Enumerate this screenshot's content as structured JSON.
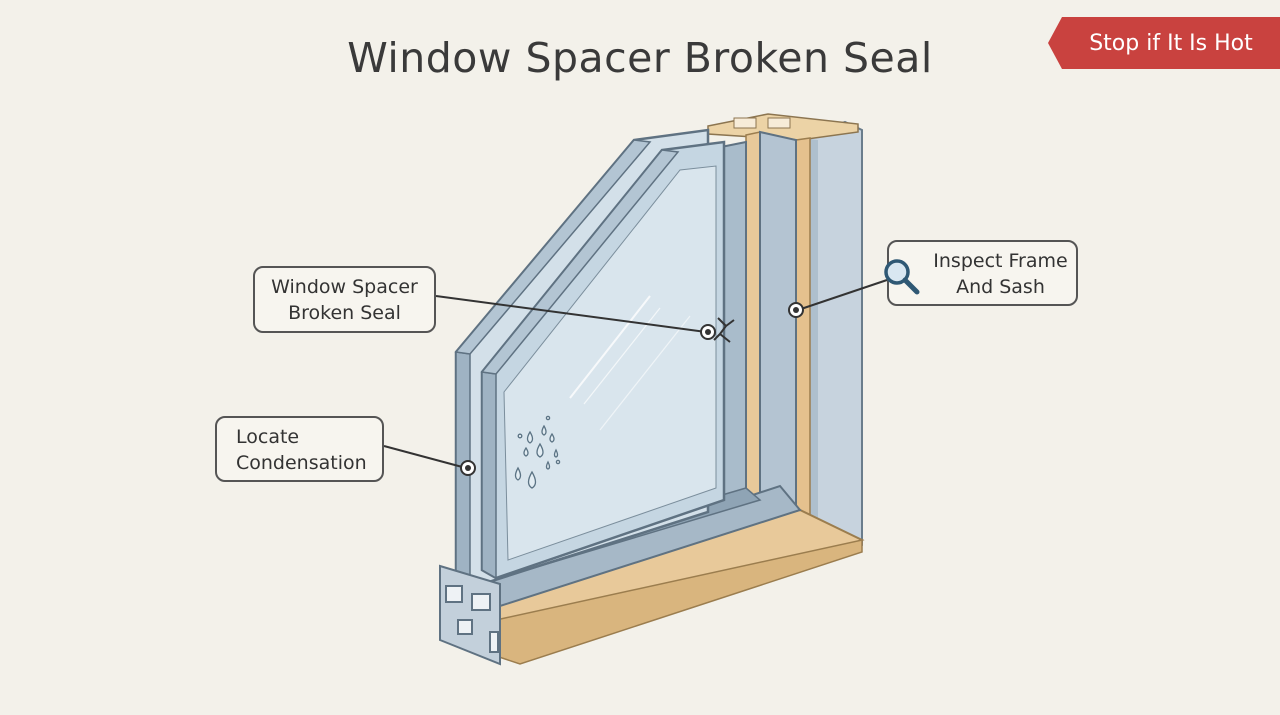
{
  "title": "Window Spacer Broken Seal",
  "badge": {
    "label": "Stop if It Is Hot"
  },
  "callouts": {
    "seal": {
      "line1": "Window Spacer",
      "line2": "Broken Seal"
    },
    "condensation": {
      "line1": "Locate",
      "line2": "Condensation"
    },
    "frame": {
      "line1": "Inspect Frame",
      "line2": "And Sash",
      "icon": "magnifier-icon"
    }
  },
  "colors": {
    "background": "#f3f1ea",
    "badge": "#c9423f",
    "glass": "#c9d8e2",
    "frame_metal": "#9fb1c0",
    "wood": "#e8c99a"
  }
}
